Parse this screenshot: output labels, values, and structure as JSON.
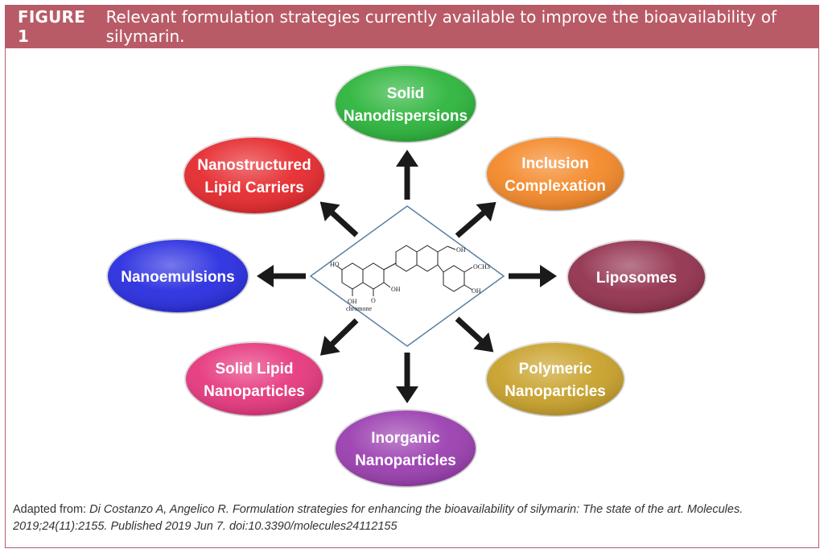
{
  "header": {
    "figure_label": "FIGURE 1",
    "caption": "Relevant formulation strategies currently available to improve the bioavailability of silymarin."
  },
  "diagram": {
    "nodes": [
      {
        "id": "solid-nanodispersions",
        "lines": [
          "Solid",
          "Nanodispersions"
        ],
        "color": "#2db53c"
      },
      {
        "id": "inclusion-complexation",
        "lines": [
          "Inclusion",
          "Complexation"
        ],
        "color": "#f4892a"
      },
      {
        "id": "liposomes",
        "lines": [
          "Liposomes"
        ],
        "color": "#93324f"
      },
      {
        "id": "polymeric-nanoparticles",
        "lines": [
          "Polymeric",
          "Nanoparticles"
        ],
        "color": "#c9a22c"
      },
      {
        "id": "inorganic-nanoparticles",
        "lines": [
          "Inorganic",
          "Nanoparticles"
        ],
        "color": "#9b3fb0"
      },
      {
        "id": "solid-lipid-nanoparticles",
        "lines": [
          "Solid Lipid",
          "Nanoparticles"
        ],
        "color": "#e6387e"
      },
      {
        "id": "nanoemulsions",
        "lines": [
          "Nanoemulsions"
        ],
        "color": "#2a2ee0"
      },
      {
        "id": "nanostructured-lipid-carriers",
        "lines": [
          "Nanostructured",
          "Lipid Carriers"
        ],
        "color": "#e62a2e"
      }
    ],
    "center": {
      "labels": {
        "ho": "HO",
        "oh_bottom": "OH",
        "oh_right": "OH",
        "oh_ring": "OH",
        "och3": "OCH3",
        "o_ketone": "O",
        "chromone": "chromone"
      }
    }
  },
  "footer": {
    "prefix": "Adapted from: ",
    "citation": "Di Costanzo A, Angelico R. Formulation strategies for enhancing the bioavailability of silymarin: The state of the art. Molecules. 2019;24(11):2155. Published 2019 Jun 7. doi:10.3390/molecules24112155"
  }
}
